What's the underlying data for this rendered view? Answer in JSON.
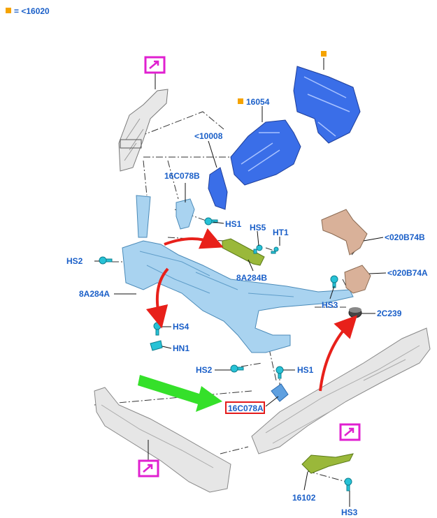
{
  "legend": {
    "marker_color": "#f5a300",
    "text": "= <16020"
  },
  "colors": {
    "label": "#1a5fc8",
    "blue_part": "#3a6ee8",
    "light_blue_part": "#a9d3f0",
    "gray_part": "#e6e6e6",
    "olive_part": "#9ab83a",
    "tan_part": "#d9b199",
    "fastener": "#27c2d6",
    "red_arrow": "#e8201a",
    "green_arrow": "#35e02a",
    "magenta_box": "#e020d0",
    "orange_marker": "#f5a300",
    "highlight_box": "#e31b1b"
  },
  "icons": [
    "view-arrow-icon",
    "green-pointer-arrow",
    "red-direction-arrow",
    "bolt-icon",
    "nut-icon"
  ],
  "labels": {
    "p16054": "16054",
    "p10008": "<10008",
    "p16C078B": "16C078B",
    "hs1_top": "HS1",
    "hs5": "HS5",
    "ht1": "HT1",
    "hs2_left": "HS2",
    "p8A284B": "8A284B",
    "p8A284A": "8A284A",
    "hs4": "HS4",
    "hn1": "HN1",
    "hs2_mid": "HS2",
    "hs1_mid": "HS1",
    "p16C078A": "16C078A",
    "p020B74B": "<020B74B",
    "p020B74A": "<020B74A",
    "hs3_right": "HS3",
    "p2C239": "2C239",
    "p16102": "16102",
    "hs3_bottom": "HS3"
  }
}
